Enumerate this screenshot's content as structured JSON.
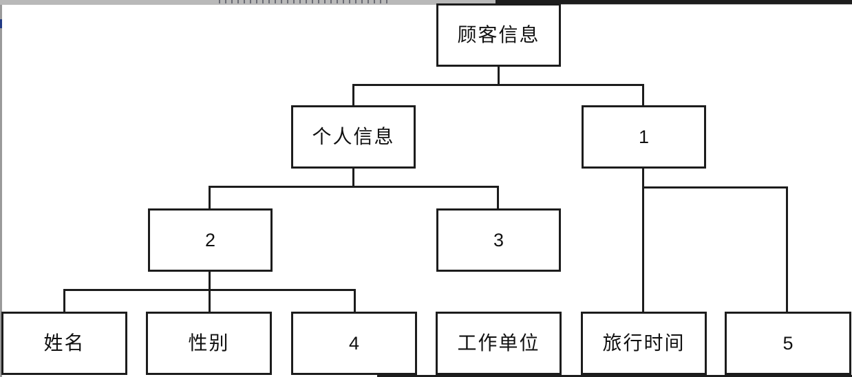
{
  "diagram": {
    "type": "hierarchy-tree",
    "title_node": "顾客信息",
    "line_color": "#1c1c1c",
    "node_fill": "#ffffff",
    "text_color": "#111111",
    "nodes": [
      {
        "id": "root",
        "label": "顾客信息",
        "level": 1
      },
      {
        "id": "n1",
        "label": "个人信息",
        "level": 2
      },
      {
        "id": "n2",
        "label": "1",
        "level": 2
      },
      {
        "id": "n3",
        "label": "2",
        "level": 3
      },
      {
        "id": "n4",
        "label": "3",
        "level": 3
      },
      {
        "id": "n5",
        "label": "姓名",
        "level": 4
      },
      {
        "id": "n6",
        "label": "性别",
        "level": 4
      },
      {
        "id": "n7",
        "label": "4",
        "level": 4
      },
      {
        "id": "n8",
        "label": "工作单位",
        "level": 4
      },
      {
        "id": "n9",
        "label": "旅行时间",
        "level": 4
      },
      {
        "id": "n10",
        "label": "5",
        "level": 4
      }
    ],
    "edges": [
      {
        "from": "root",
        "to": "n1"
      },
      {
        "from": "root",
        "to": "n2"
      },
      {
        "from": "n1",
        "to": "n3"
      },
      {
        "from": "n1",
        "to": "n4"
      },
      {
        "from": "n3",
        "to": "n5"
      },
      {
        "from": "n3",
        "to": "n6"
      },
      {
        "from": "n3",
        "to": "n7"
      },
      {
        "from": "n2",
        "to": "n9"
      },
      {
        "from": "n2",
        "to": "n10"
      }
    ]
  },
  "chrome": {
    "scroll_marker_color": "#223a84"
  }
}
